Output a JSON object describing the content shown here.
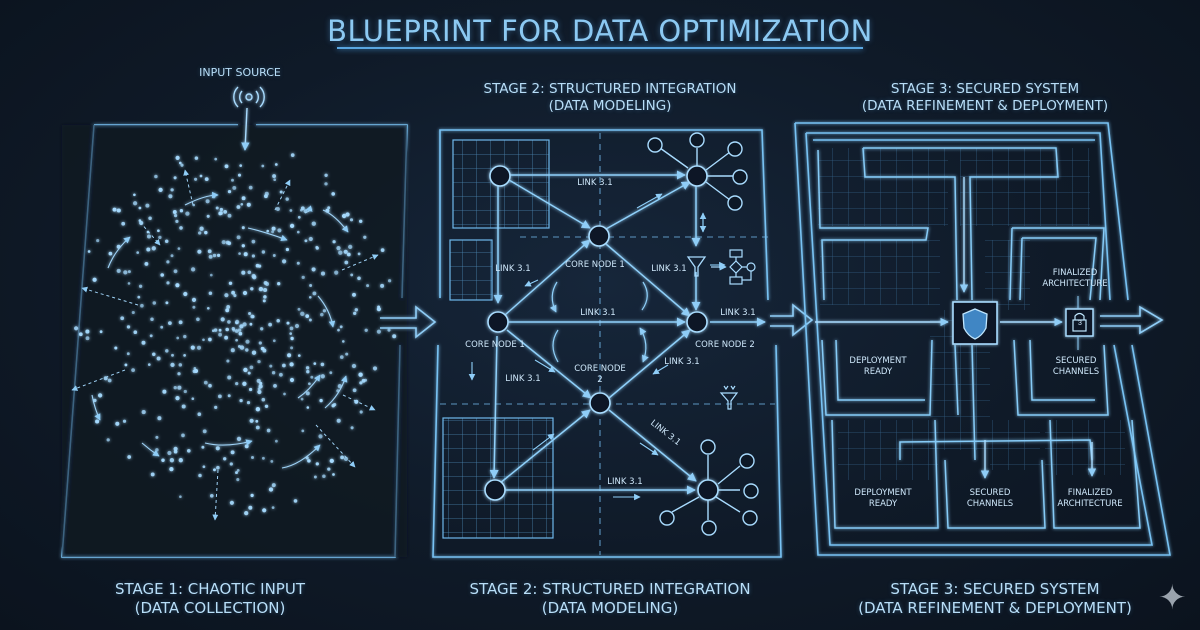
{
  "header": {
    "title": "BLUEPRINT FOR DATA OPTIMIZATION"
  },
  "input_source": {
    "label": "INPUT SOURCE",
    "icon": "broadcast-signal-icon"
  },
  "stages": [
    {
      "id": "stage-1",
      "top_title": "",
      "top_subtitle": "",
      "bottom_title": "STAGE 1: CHAOTIC INPUT",
      "bottom_subtitle": "(DATA COLLECTION)"
    },
    {
      "id": "stage-2",
      "top_title": "STAGE 2: STRUCTURED INTEGRATION",
      "top_subtitle": "(DATA MODELING)",
      "bottom_title": "STAGE 2: STRUCTURED INTEGRATION",
      "bottom_subtitle": "(DATA MODELING)"
    },
    {
      "id": "stage-3",
      "top_title": "STAGE 3: SECURED SYSTEM",
      "top_subtitle": "(DATA REFINEMENT & DEPLOYMENT)",
      "bottom_title": "STAGE 3: SECURED SYSTEM",
      "bottom_subtitle": "(DATA REFINEMENT & DEPLOYMENT)"
    }
  ],
  "stage2_diagram": {
    "link_label": "LINK 3.1",
    "nodes": {
      "core_node_1_upper": "CORE NODE 1",
      "core_node_1_left": "CORE NODE 1",
      "core_node_2_right": "CORE NODE 2",
      "core_node_2_lower_line1": "CORE NODE",
      "core_node_2_lower_line2": "2"
    },
    "links": [
      "LINK 3.1",
      "LINK 3.1",
      "LINK 3.1",
      "LINK 3.1",
      "LINK 3.1",
      "LINK 3.1",
      "LINK 3.1",
      "LINK 3.1",
      "LINK 3.1"
    ],
    "icons": [
      "grid-icon",
      "hub-icon",
      "funnel-icon",
      "flowchart-icon",
      "double-arrow-icon"
    ]
  },
  "stage3_diagram": {
    "rooms": [
      {
        "line1": "FINALIZED",
        "line2": "ARCHITECTURE"
      },
      {
        "line1": "DEPLOYMENT",
        "line2": "READY"
      },
      {
        "line1": "SECURED",
        "line2": "CHANNELS"
      },
      {
        "line1": "DEPLOYMENT",
        "line2": "READY"
      },
      {
        "line1": "SECURED",
        "line2": "CHANNELS"
      },
      {
        "line1": "FINALIZED",
        "line2": "ARCHITECTURE"
      }
    ],
    "icons": [
      "shield-icon",
      "padlock-icon"
    ],
    "padlock_number": "3"
  },
  "watermark": {
    "icon": "sparkle-icon",
    "glyph": "✦"
  },
  "colors": {
    "background": "#0f1a28",
    "line": "#6fbdf2",
    "line_bright": "#a9dcff",
    "text": "#b8def8",
    "dot": "#9fd6ff"
  }
}
